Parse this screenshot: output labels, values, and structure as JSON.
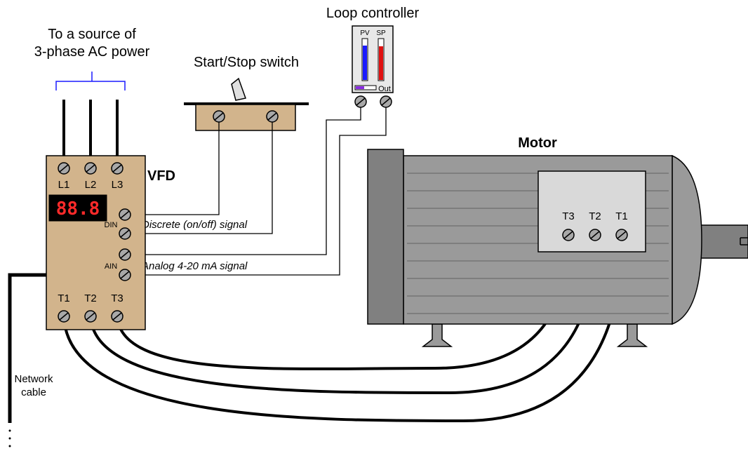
{
  "labels": {
    "power_source": [
      "To a source of",
      "3-phase AC power"
    ],
    "switch": "Start/Stop switch",
    "controller": "Loop controller",
    "vfd": "VFD",
    "motor": "Motor",
    "network": [
      "Network",
      "cable"
    ],
    "discrete_signal": "Discrete (on/off) signal",
    "analog_signal": "Analog 4-20 mA signal"
  },
  "vfd": {
    "input_terminals": [
      "L1",
      "L2",
      "L3"
    ],
    "output_terminals": [
      "T1",
      "T2",
      "T3"
    ],
    "din_label": "DIN",
    "ain_label": "AIN",
    "display": "88.8"
  },
  "controller": {
    "pv_label": "PV",
    "sp_label": "SP",
    "out_label": "Out",
    "pv_level": 0.85,
    "sp_level": 0.82
  },
  "motor": {
    "terminals": [
      "T3",
      "T2",
      "T1"
    ]
  },
  "colors": {
    "enclosure": "#d2b48c",
    "motor_body": "#9a9a9a",
    "motor_dark": "#808080",
    "pv_bar": "#1a1aff",
    "sp_bar": "#e01010",
    "display_digits": "#ff2a2a",
    "bracket": "#1a1aff"
  }
}
